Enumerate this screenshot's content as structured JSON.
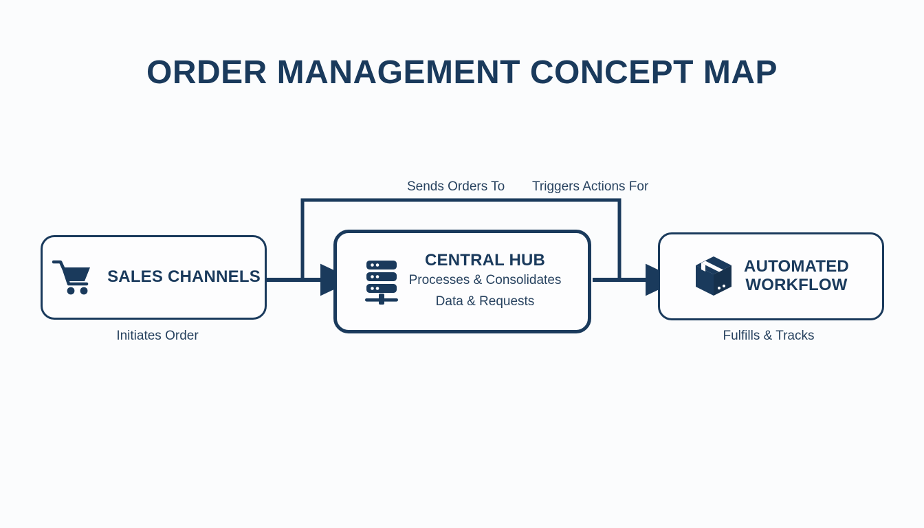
{
  "page": {
    "title": "ORDER MANAGEMENT CONCEPT MAP",
    "background_color": "#fbfcfd",
    "accent_color": "#1a3a5c",
    "text_color": "#27425f"
  },
  "diagram": {
    "type": "concept-map",
    "nodes": [
      {
        "id": "sales-channels",
        "heading": "SALES CHANNELS",
        "subtitle": "",
        "caption": "Initiates Order",
        "icon": "shopping-cart-icon",
        "emphasis": "normal"
      },
      {
        "id": "central-hub",
        "heading": "CENTRAL HUB",
        "subtitle_line1": "Processes & Consolidates",
        "subtitle_line2": "Data & Requests",
        "caption": "",
        "icon": "server-rack-icon",
        "emphasis": "primary"
      },
      {
        "id": "automated-workflow",
        "heading_line1": "AUTOMATED",
        "heading_line2": "WORKFLOW",
        "caption": "Fulfills & Tracks",
        "icon": "package-box-icon",
        "emphasis": "normal"
      }
    ],
    "edges": [
      {
        "id": "sales-to-hub",
        "label": "Sends Orders To",
        "from": "sales-channels",
        "to": "central-hub",
        "style": "arrow-right"
      },
      {
        "id": "hub-to-workflow",
        "label": "Triggers Actions For",
        "from": "central-hub",
        "to": "automated-workflow",
        "style": "arrow-right"
      }
    ]
  }
}
